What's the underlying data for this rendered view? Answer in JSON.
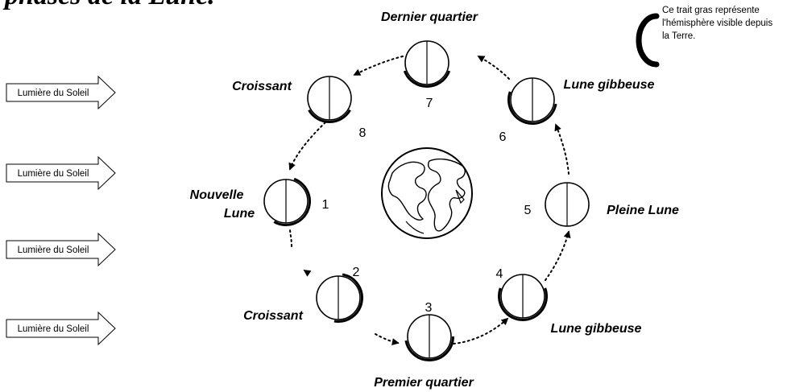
{
  "heading": "phases de la Lune.",
  "legend": {
    "lines": [
      "Ce trait gras représente",
      "l'hémisphère visible depuis",
      "la Terre."
    ]
  },
  "sun_arrows": [
    "Lumière du Soleil",
    "Lumière du Soleil",
    "Lumière du Soleil",
    "Lumière du Soleil"
  ],
  "earth": {
    "icon": "earth-globe-icon"
  },
  "phases": [
    {
      "number": "1",
      "label_lines": [
        "Nouvelle",
        "Lune"
      ]
    },
    {
      "number": "2",
      "label_lines": [
        "Croissant"
      ]
    },
    {
      "number": "3",
      "label_lines": [
        "Premier quartier"
      ]
    },
    {
      "number": "4",
      "label_lines": [
        "Lune gibbeuse"
      ]
    },
    {
      "number": "5",
      "label_lines": [
        "Pleine Lune"
      ]
    },
    {
      "number": "6",
      "label_lines": [
        "Lune gibbeuse"
      ]
    },
    {
      "number": "7",
      "label_lines": [
        "Dernier quartier"
      ]
    },
    {
      "number": "8",
      "label_lines": [
        "Croissant"
      ]
    }
  ]
}
